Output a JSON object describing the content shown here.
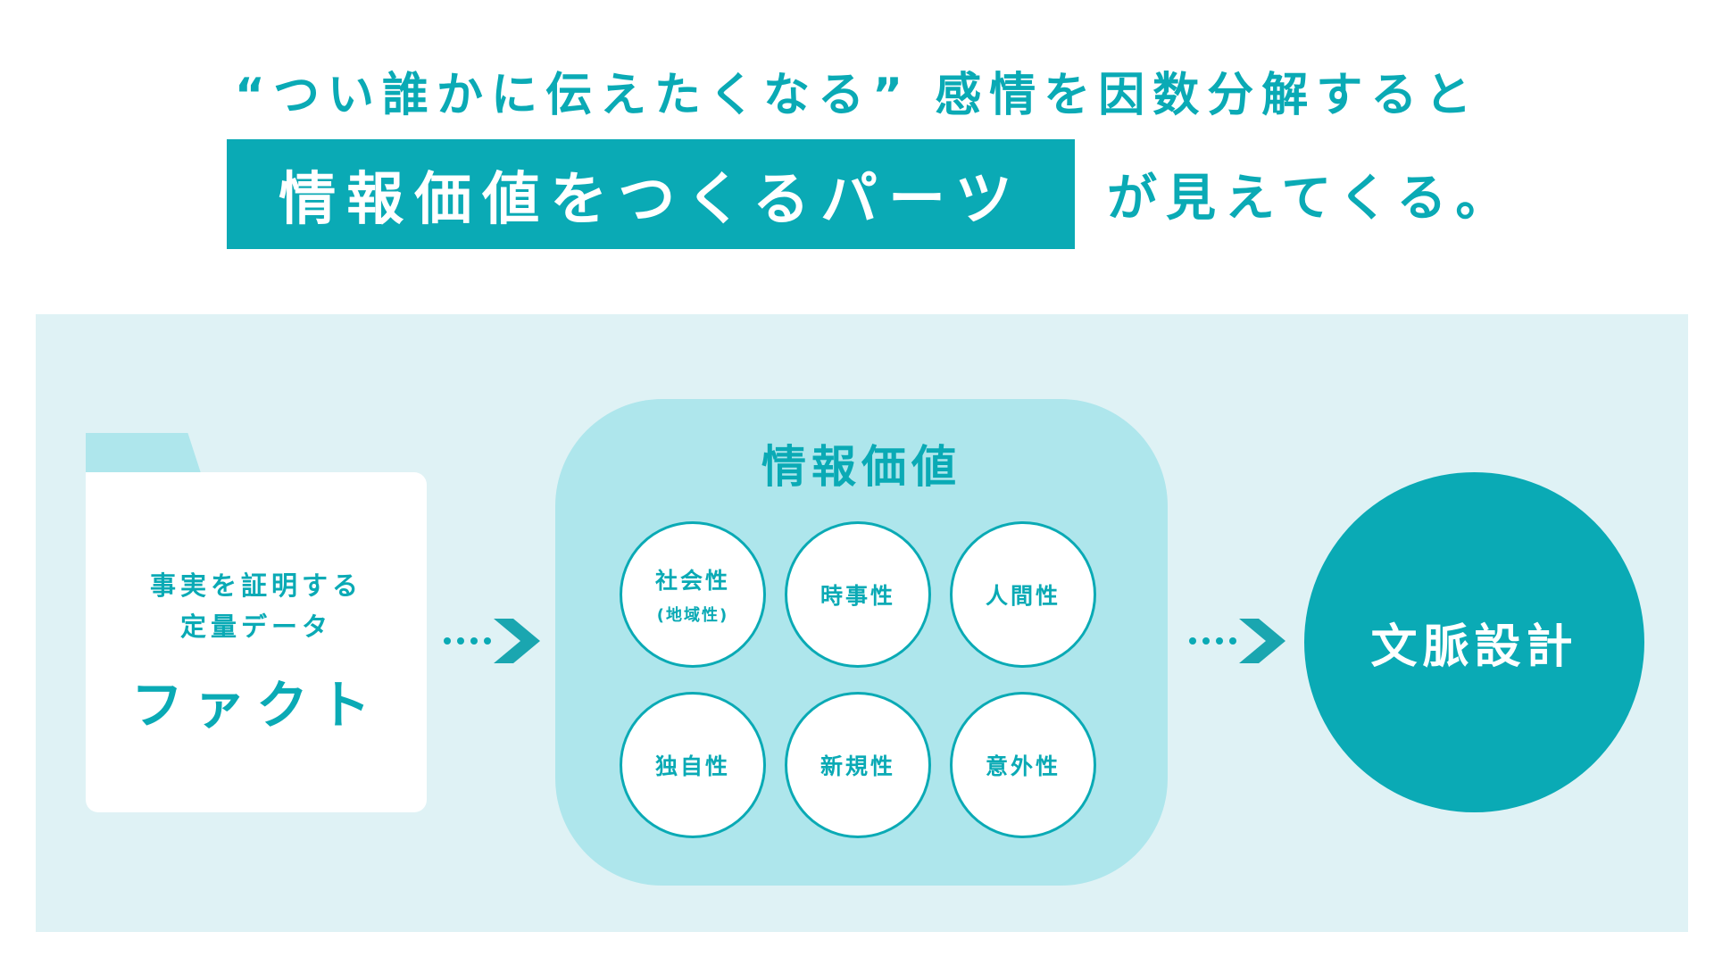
{
  "heading": {
    "line1": "“つい誰かに伝えたくなる” 感情を因数分解すると",
    "highlight": "情報価値をつくるパーツ",
    "line2_rest": "が見えてくる。"
  },
  "fact": {
    "sub_line1": "事実を証明する",
    "sub_line2": "定量データ",
    "title": "ファクト"
  },
  "info_value": {
    "title": "情報価値",
    "items": [
      {
        "label": "社会性",
        "sub": "(地域性)"
      },
      {
        "label": "時事性"
      },
      {
        "label": "人間性"
      },
      {
        "label": "独自性"
      },
      {
        "label": "新規性"
      },
      {
        "label": "意外性"
      }
    ]
  },
  "context": {
    "label": "文脈設計"
  },
  "colors": {
    "accent": "#0aaab5",
    "panel_bg": "#dff2f5",
    "block_bg": "#aee6ec",
    "arrow_dark": "#1aa6b0"
  }
}
